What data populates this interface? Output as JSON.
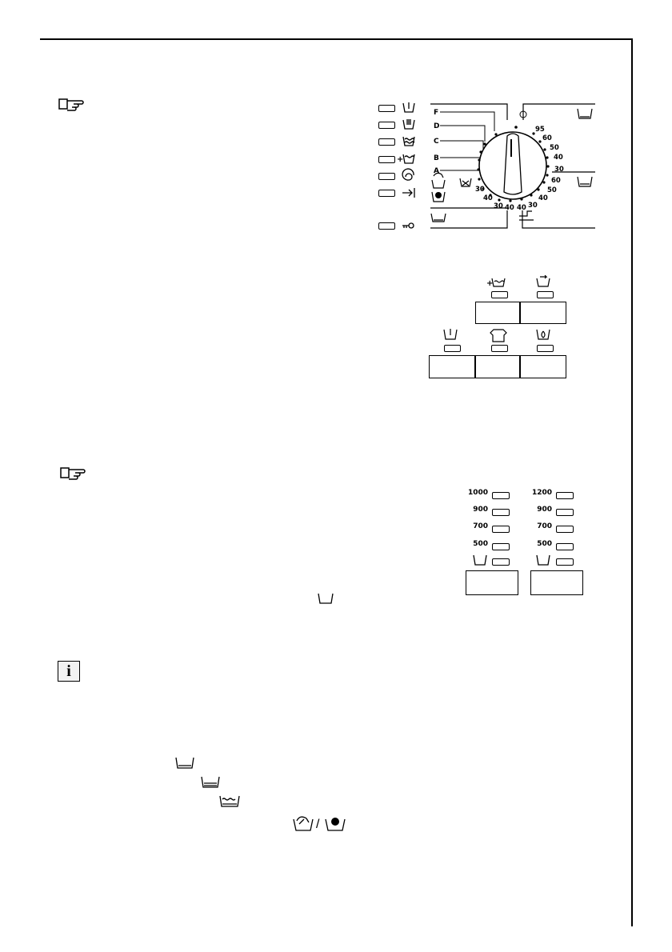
{
  "programme_dial": {
    "letters": [
      "F",
      "D",
      "C",
      "B",
      "A"
    ],
    "temps_right": [
      "95",
      "60",
      "50",
      "40",
      "30",
      "60",
      "50",
      "40",
      "30"
    ],
    "temps_bottom_left": [
      "30",
      "40",
      "30",
      "40"
    ]
  },
  "option_panel": {
    "plus_sign": "+"
  },
  "spin_panel": {
    "left_speeds": [
      "1000",
      "900",
      "700",
      "500"
    ],
    "right_speeds": [
      "1200",
      "900",
      "700",
      "500"
    ]
  },
  "icons": [
    "pointing-hand-icon",
    "info-icon",
    "rinse-hold-icon",
    "extra-rinse-icon",
    "prewash-icon",
    "spin-icon",
    "drain-icon",
    "key-lock-icon",
    "wash-tub-icon",
    "hand-wash-icon",
    "wool-icon",
    "quick-icon",
    "sensitive-icon"
  ],
  "text_blocks": {
    "info_mark": "i",
    "slash": "/"
  }
}
